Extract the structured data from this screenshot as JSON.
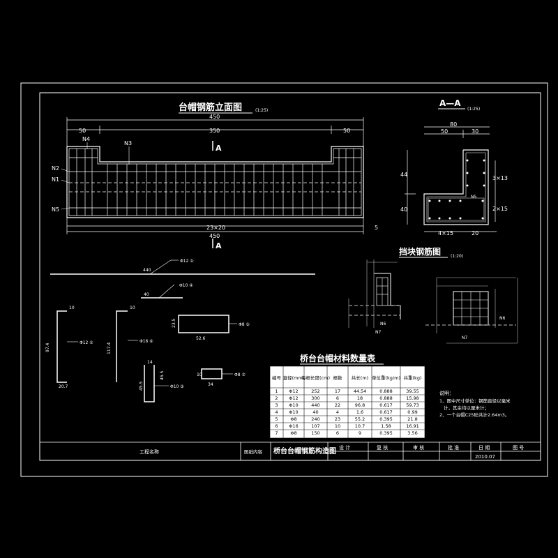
{
  "drawing": {
    "elevation_title": "台帽钢筋立面图",
    "elevation_scale": "(1:25)",
    "section_title": "A—A",
    "section_scale": "(1:25)",
    "stopper_title": "挡块钢筋图",
    "stopper_scale": "(1:20)",
    "section_mark": "A",
    "elev_dims": {
      "total_top": "450",
      "left": "50",
      "middle": "350",
      "right": "50",
      "spacing": "23×20",
      "total_bottom": "450",
      "end": "5"
    },
    "elev_labels": {
      "n4": "N4",
      "n3": "N3",
      "n2": "N2",
      "n1": "N1",
      "n5": "N5"
    },
    "sec_dims": {
      "top": "80",
      "top_left": "50",
      "top_right": "30",
      "left_upper": "44",
      "left_lower": "40",
      "right_upper": "3×13",
      "right_lower": "2×15",
      "bottom_left": "4×15",
      "bottom_right": "20",
      "n5": "N5"
    },
    "bars": {
      "b1_len": "440",
      "b1_label": "Φ12 ①",
      "b2_len": "40",
      "b2_label": "Φ10 ④",
      "b3_dims": [
        "10",
        "97.4",
        "20.7"
      ],
      "b3_label": "Φ12 ①",
      "b4_dims": [
        "10",
        "117.4"
      ],
      "b4_label": "Φ16 ⑥",
      "b5_dims": [
        "23.5",
        "52.6"
      ],
      "b5_label": "Φ8 ⑤",
      "b6_dims": [
        "14",
        "45.5",
        "45.5"
      ],
      "b6_label": "Φ10 ③",
      "b7_dims": [
        "10",
        "34"
      ],
      "b7_label": "Φ8 ⑦"
    },
    "stopper_labels": {
      "n6": "N6",
      "n7": "N7"
    }
  },
  "table": {
    "title": "桥台台帽材料数量表",
    "headers": [
      "编号",
      "直径(mm)",
      "每根长度(cm)",
      "根数",
      "共长(m)",
      "单位重(kg/m)",
      "共重(kg)"
    ],
    "rows": [
      [
        "1",
        "Φ12",
        "252",
        "17",
        "44.54",
        "0.888",
        "39.55"
      ],
      [
        "2",
        "Φ12",
        "300",
        "6",
        "18",
        "0.888",
        "15.98"
      ],
      [
        "3",
        "Φ10",
        "440",
        "22",
        "96.8",
        "0.617",
        "59.73"
      ],
      [
        "4",
        "Φ10",
        "40",
        "4",
        "1.6",
        "0.617",
        "0.99"
      ],
      [
        "5",
        "Φ8",
        "240",
        "23",
        "55.2",
        "0.395",
        "21.8"
      ],
      [
        "6",
        "Φ16",
        "107",
        "10",
        "10.7",
        "1.58",
        "16.91"
      ],
      [
        "7",
        "Φ8",
        "150",
        "6",
        "9",
        "0.395",
        "3.56"
      ]
    ]
  },
  "notes": {
    "title": "说明：",
    "line1": "1、图中尺寸单位：钢筋直径以毫米",
    "line2": "计，其余均以厘米计；",
    "line3": "2、一个台帽C25砼共计2.64m3。"
  },
  "title_block": {
    "project_label": "工程名称",
    "content_label": "图纸内容",
    "drawing_name": "桥台台帽钢筋构造图",
    "design": "设 计",
    "review": "复 核",
    "audit": "审 核",
    "approve": "批 准",
    "date_label": "日 期",
    "sheet_label": "图 号",
    "date": "2010.07"
  }
}
